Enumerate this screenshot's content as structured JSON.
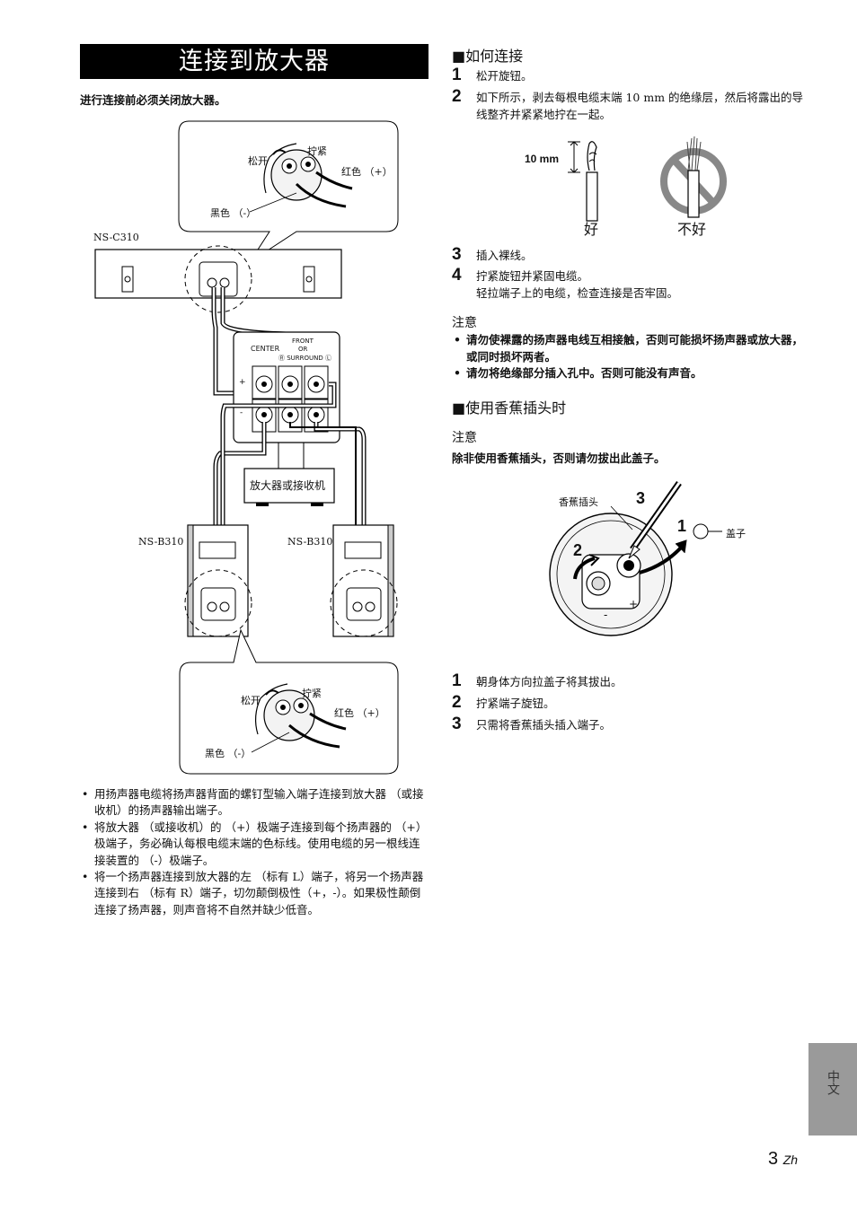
{
  "left": {
    "title": "连接到放大器",
    "intro": "进行连接前必须关闭放大器。",
    "diagram": {
      "top_loosen": "松开",
      "top_tighten": "拧紧",
      "top_red": "红色 （+）",
      "top_black": "黑色 （-）",
      "center_model": "NS-C310",
      "terminal_center": "CENTER",
      "terminal_front": "FRONT",
      "terminal_or": "OR",
      "terminal_surround": "Ⓡ SURROUND Ⓛ",
      "plus": "+",
      "minus": "-",
      "amp": "放大器或接收机",
      "left_model": "NS-B310",
      "right_model": "NS-B310",
      "bottom_loosen": "松开",
      "bottom_tighten": "拧紧",
      "bottom_red": "红色 （+）",
      "bottom_black": "黑色 （-）"
    },
    "bullets": [
      "用扬声器电缆将扬声器背面的螺钉型输入端子连接到放大器 （或接收机）的扬声器输出端子。",
      "将放大器 （或接收机）的 （+）极端子连接到每个扬声器的 （+）极端子，务必确认每根电缆末端的色标线。使用电缆的另一根线连接装置的 （-）极端子。",
      "将一个扬声器连接到放大器的左 （标有 L）端子，将另一个扬声器连接到右 （标有 R）端子，切勿颠倒极性（+，-）。如果极性颠倒连接了扬声器，则声音将不自然并缺少低音。"
    ]
  },
  "right": {
    "how_heading": "■如何连接",
    "steps_how": [
      {
        "num": "1",
        "text": "松开旋钮。"
      },
      {
        "num": "2",
        "text": "如下所示，剥去每根电缆末端 10 mm 的绝缘层，然后将露出的导线整齐并紧紧地拧在一起。"
      },
      {
        "num": "3",
        "text": "插入裸线。"
      },
      {
        "num": "4",
        "text": "拧紧旋钮并紧固电缆。\n轻拉端子上的电缆，检查连接是否牢固。"
      }
    ],
    "wire_fig": {
      "length": "10 mm",
      "good": "好",
      "bad": "不好"
    },
    "note1_heading": "注意",
    "note1_items": [
      "请勿使裸露的扬声器电线互相接触，否则可能损坏扬声器或放大器，或同时损坏两者。",
      "请勿将绝缘部分插入孔中。否则可能没有声音。"
    ],
    "banana_heading": "■使用香蕉插头时",
    "note2_heading": "注意",
    "note2_text": "除非使用香蕉插头，否则请勿拔出此盖子。",
    "banana_fig": {
      "plug": "香蕉插头",
      "cap": "盖子",
      "n1": "1",
      "n2": "2",
      "n3": "3",
      "plus": "+",
      "minus": "-"
    },
    "steps_banana": [
      {
        "num": "1",
        "text": "朝身体方向拉盖子将其拔出。"
      },
      {
        "num": "2",
        "text": "拧紧端子旋钮。"
      },
      {
        "num": "3",
        "text": "只需将香蕉插头插入端子。"
      }
    ]
  },
  "footer": {
    "side_tab": "中文",
    "page_number": "3",
    "page_suffix": "Zh"
  }
}
